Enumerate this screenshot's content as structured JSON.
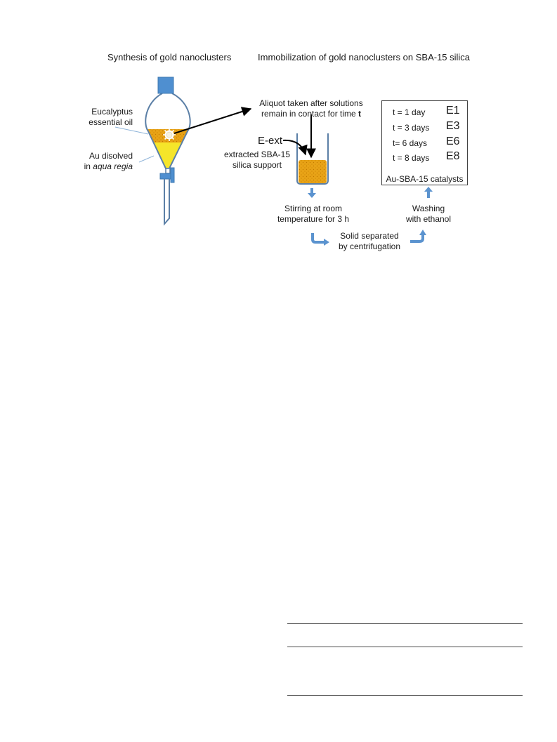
{
  "headers": {
    "left": "Synthesis of gold nanoclusters",
    "right": "Immobilization of gold nanoclusters on SBA-15 silica"
  },
  "funnel_labels": {
    "oil_line1": "Eucalyptus",
    "oil_line2": "essential oil",
    "au_line1": "Au disolved",
    "au_line2_prefix": "in ",
    "au_line2_italic": "aqua regia"
  },
  "aliquot": {
    "line1": "Aliquot taken after solutions",
    "line2_prefix": "remain in contact for time ",
    "line2_bold": "t"
  },
  "support": {
    "code": "E-ext",
    "line1": "extracted SBA-15",
    "line2": "silica support"
  },
  "stirring": {
    "line1": "Stirring at room",
    "line2": "temperature for 3 h"
  },
  "separation": {
    "line1": "Solid separated",
    "line2": "by centrifugation"
  },
  "washing": {
    "line1": "Washing",
    "line2": "with ethanol"
  },
  "catalysts": {
    "rows": [
      {
        "time": "t = 1 day",
        "code": "E1"
      },
      {
        "time": "t = 3 days",
        "code": "E3"
      },
      {
        "time": "t= 6 days",
        "code": "E6"
      },
      {
        "time": "t = 8 days",
        "code": "E8"
      }
    ],
    "caption": "Au-SBA-15 catalysts"
  },
  "colors": {
    "glass_outline": "#5b7fa6",
    "stopper": "#4f8fd0",
    "oil": "#e8a317",
    "oil_dots": "#c47a00",
    "aqua_regia": "#f5e52a",
    "arrow_blue": "#5b93cf",
    "text": "#1a1a1a"
  }
}
